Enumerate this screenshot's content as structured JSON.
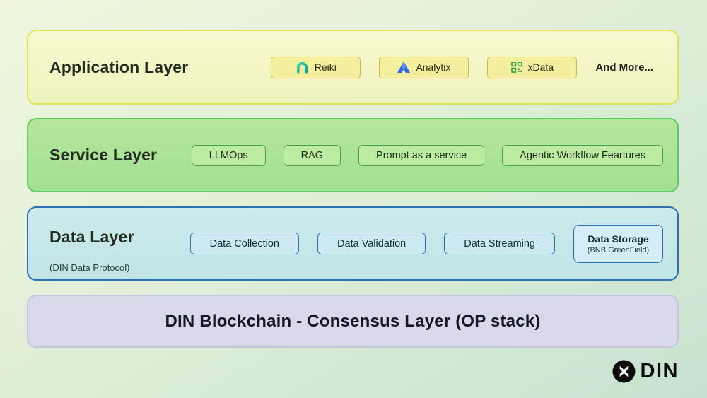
{
  "app_layer": {
    "title": "Application Layer",
    "badges": [
      {
        "label": "Reiki",
        "icon": "reiki-loop-icon"
      },
      {
        "label": "Analytix",
        "icon": "analytix-triangle-icon"
      },
      {
        "label": "xData",
        "icon": "xdata-qr-icon"
      }
    ],
    "more_label": "And More..."
  },
  "service_layer": {
    "title": "Service Layer",
    "badges": [
      {
        "label": "LLMOps"
      },
      {
        "label": "RAG"
      },
      {
        "label": "Prompt as a service"
      },
      {
        "label": "Agentic Workflow Feartures"
      }
    ]
  },
  "data_layer": {
    "title": "Data Layer",
    "subtitle": "(DIN Data Protocol)",
    "badges": [
      {
        "label": "Data Collection"
      },
      {
        "label": "Data Validation"
      },
      {
        "label": "Data Streaming"
      },
      {
        "label": "Data Storage",
        "sublabel": "(BNB GreenField)"
      }
    ]
  },
  "consensus_layer": {
    "title": "DIN Blockchain - Consensus Layer (OP stack)"
  },
  "logo": {
    "text": "DIN",
    "icon": "din-circle-x-icon"
  },
  "colors": {
    "app_band_fill": "#f4f4c6",
    "app_band_border": "#e2e257",
    "app_badge_fill": "#f3ef9f",
    "app_badge_border": "#c9bd4a",
    "service_band_fill": "#abe398",
    "service_band_border": "#5ecc63",
    "service_badge_fill": "#bceba2",
    "service_badge_border": "#4ba251",
    "data_band_fill": "#c7e8e9",
    "data_band_border": "#2e72b4",
    "data_badge_fill": "#cdeaf3",
    "consensus_band_fill": "#d9d9ea",
    "reiki_icon": "#1fc48c",
    "analytix_icon": "#2d6ae3",
    "xdata_icon": "#2f9e44",
    "logo_color": "#0c0c0c",
    "background": "#d9edd8"
  }
}
